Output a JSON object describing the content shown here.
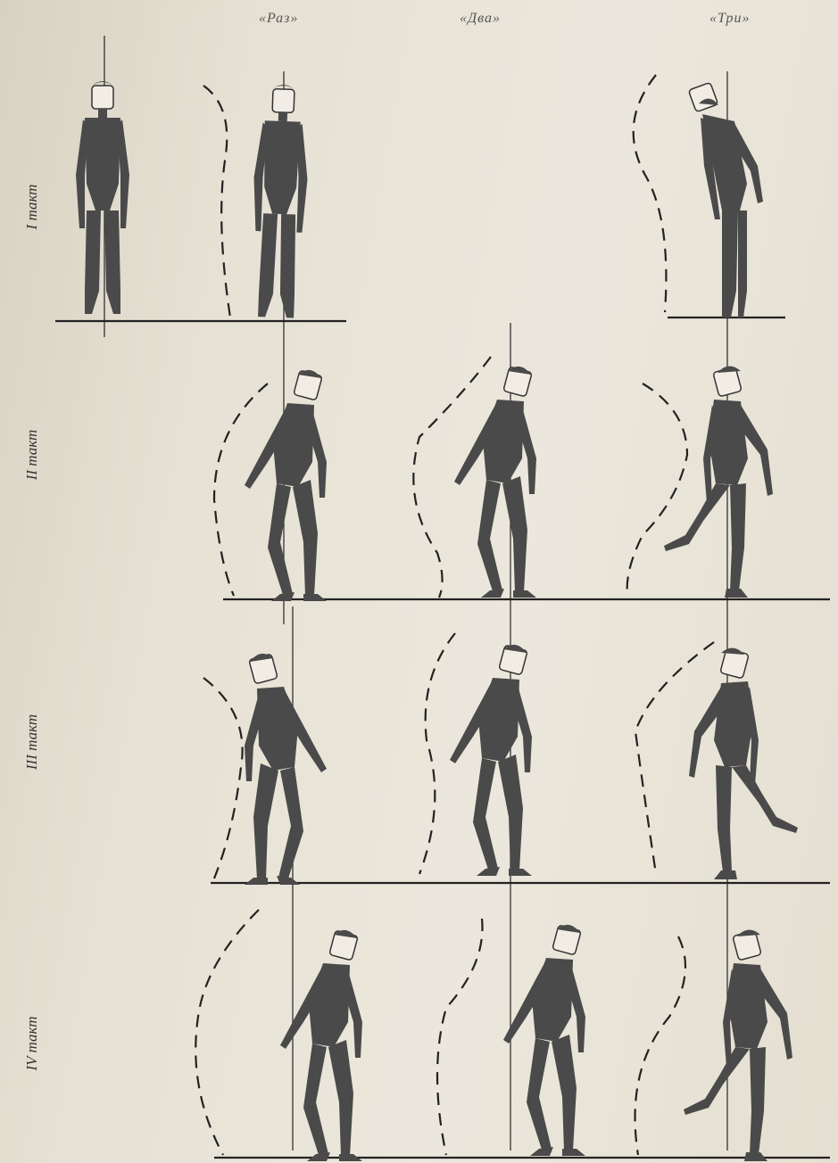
{
  "beats": [
    "«Раз»",
    "«Два»",
    "«Три»"
  ],
  "measures": [
    "I такт",
    "II такт",
    "III такт",
    "IV такт"
  ],
  "colors": {
    "paper": "#e6e1d4",
    "figure": "#4a4a4a",
    "line": "#222222"
  },
  "figure_poses": [
    {
      "measure": "I такт",
      "beat": "start",
      "pose": "upright"
    },
    {
      "measure": "I такт",
      "beat": "«Раз»",
      "pose": "upright-head-tilted"
    },
    {
      "measure": "I такт",
      "beat": "«Три»",
      "pose": "bent-upper-body"
    },
    {
      "measure": "II такт",
      "beat": "«Раз»",
      "pose": "leaning-step"
    },
    {
      "measure": "II такт",
      "beat": "«Два»",
      "pose": "leaning-step"
    },
    {
      "measure": "II такт",
      "beat": "«Три»",
      "pose": "leg-raised"
    },
    {
      "measure": "III такт",
      "beat": "«Раз»",
      "pose": "leaning-step"
    },
    {
      "measure": "III такт",
      "beat": "«Два»",
      "pose": "leaning-step"
    },
    {
      "measure": "III такт",
      "beat": "«Три»",
      "pose": "leg-raised"
    },
    {
      "measure": "IV такт",
      "beat": "«Раз»",
      "pose": "leaning-step"
    },
    {
      "measure": "IV такт",
      "beat": "«Два»",
      "pose": "leaning-step"
    },
    {
      "measure": "IV такт",
      "beat": "«Три»",
      "pose": "leg-raised"
    }
  ]
}
